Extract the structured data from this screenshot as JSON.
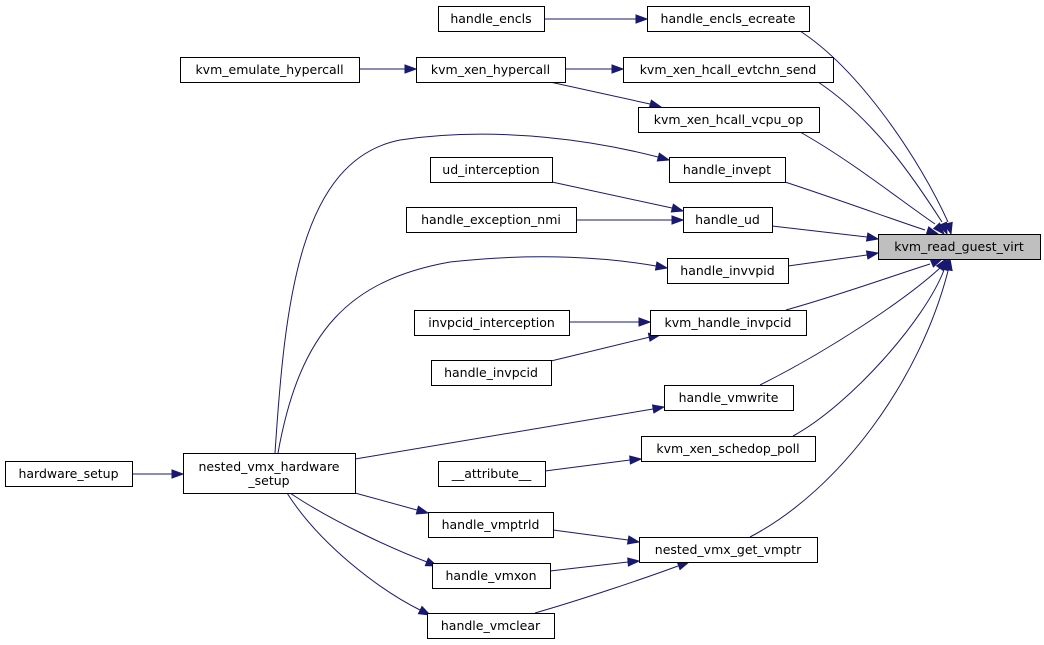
{
  "nodes": [
    {
      "id": "kvm_read_guest_virt",
      "label": "kvm_read_guest_virt",
      "focus": true
    },
    {
      "id": "handle_encls",
      "label": "handle_encls"
    },
    {
      "id": "handle_encls_ecreate",
      "label": "handle_encls_ecreate"
    },
    {
      "id": "kvm_emulate_hypercall",
      "label": "kvm_emulate_hypercall"
    },
    {
      "id": "kvm_xen_hypercall",
      "label": "kvm_xen_hypercall"
    },
    {
      "id": "kvm_xen_hcall_evtchn_send",
      "label": "kvm_xen_hcall_evtchn_send"
    },
    {
      "id": "kvm_xen_hcall_vcpu_op",
      "label": "kvm_xen_hcall_vcpu_op"
    },
    {
      "id": "handle_invept",
      "label": "handle_invept"
    },
    {
      "id": "ud_interception",
      "label": "ud_interception"
    },
    {
      "id": "handle_exception_nmi",
      "label": "handle_exception_nmi"
    },
    {
      "id": "handle_ud",
      "label": "handle_ud"
    },
    {
      "id": "handle_invvpid",
      "label": "handle_invvpid"
    },
    {
      "id": "invpcid_interception",
      "label": "invpcid_interception"
    },
    {
      "id": "kvm_handle_invpcid",
      "label": "kvm_handle_invpcid"
    },
    {
      "id": "handle_invpcid",
      "label": "handle_invpcid"
    },
    {
      "id": "handle_vmwrite",
      "label": "handle_vmwrite"
    },
    {
      "id": "kvm_xen_schedop_poll",
      "label": "kvm_xen_schedop_poll"
    },
    {
      "id": "__attribute__",
      "label": "__attribute__"
    },
    {
      "id": "hardware_setup",
      "label": "hardware_setup"
    },
    {
      "id": "nested_vmx_hardware_setup",
      "label": "nested_vmx_hardware\n_setup"
    },
    {
      "id": "handle_vmptrld",
      "label": "handle_vmptrld"
    },
    {
      "id": "nested_vmx_get_vmptr",
      "label": "nested_vmx_get_vmptr"
    },
    {
      "id": "handle_vmxon",
      "label": "handle_vmxon"
    },
    {
      "id": "handle_vmclear",
      "label": "handle_vmclear"
    }
  ],
  "edges": [
    {
      "from": "handle_encls",
      "to": "handle_encls_ecreate"
    },
    {
      "from": "handle_encls_ecreate",
      "to": "kvm_read_guest_virt"
    },
    {
      "from": "kvm_emulate_hypercall",
      "to": "kvm_xen_hypercall"
    },
    {
      "from": "kvm_xen_hypercall",
      "to": "kvm_xen_hcall_evtchn_send"
    },
    {
      "from": "kvm_xen_hypercall",
      "to": "kvm_xen_hcall_vcpu_op"
    },
    {
      "from": "kvm_xen_hcall_evtchn_send",
      "to": "kvm_read_guest_virt"
    },
    {
      "from": "kvm_xen_hcall_vcpu_op",
      "to": "kvm_read_guest_virt"
    },
    {
      "from": "nested_vmx_hardware_setup",
      "to": "handle_invept"
    },
    {
      "from": "handle_invept",
      "to": "kvm_read_guest_virt"
    },
    {
      "from": "ud_interception",
      "to": "handle_ud"
    },
    {
      "from": "handle_exception_nmi",
      "to": "handle_ud"
    },
    {
      "from": "handle_ud",
      "to": "kvm_read_guest_virt"
    },
    {
      "from": "nested_vmx_hardware_setup",
      "to": "handle_invvpid"
    },
    {
      "from": "handle_invvpid",
      "to": "kvm_read_guest_virt"
    },
    {
      "from": "invpcid_interception",
      "to": "kvm_handle_invpcid"
    },
    {
      "from": "handle_invpcid",
      "to": "kvm_handle_invpcid"
    },
    {
      "from": "kvm_handle_invpcid",
      "to": "kvm_read_guest_virt"
    },
    {
      "from": "nested_vmx_hardware_setup",
      "to": "handle_vmwrite"
    },
    {
      "from": "handle_vmwrite",
      "to": "kvm_read_guest_virt"
    },
    {
      "from": "__attribute__",
      "to": "kvm_xen_schedop_poll"
    },
    {
      "from": "kvm_xen_schedop_poll",
      "to": "kvm_read_guest_virt"
    },
    {
      "from": "hardware_setup",
      "to": "nested_vmx_hardware_setup"
    },
    {
      "from": "nested_vmx_hardware_setup",
      "to": "handle_vmptrld"
    },
    {
      "from": "nested_vmx_hardware_setup",
      "to": "handle_vmxon"
    },
    {
      "from": "nested_vmx_hardware_setup",
      "to": "handle_vmclear"
    },
    {
      "from": "handle_vmptrld",
      "to": "nested_vmx_get_vmptr"
    },
    {
      "from": "handle_vmxon",
      "to": "nested_vmx_get_vmptr"
    },
    {
      "from": "handle_vmclear",
      "to": "nested_vmx_get_vmptr"
    },
    {
      "from": "nested_vmx_get_vmptr",
      "to": "kvm_read_guest_virt"
    }
  ],
  "colors": {
    "edge": "#191970",
    "focus_fill": "#bfbfbf",
    "node_fill": "#ffffff",
    "border": "#000000"
  }
}
